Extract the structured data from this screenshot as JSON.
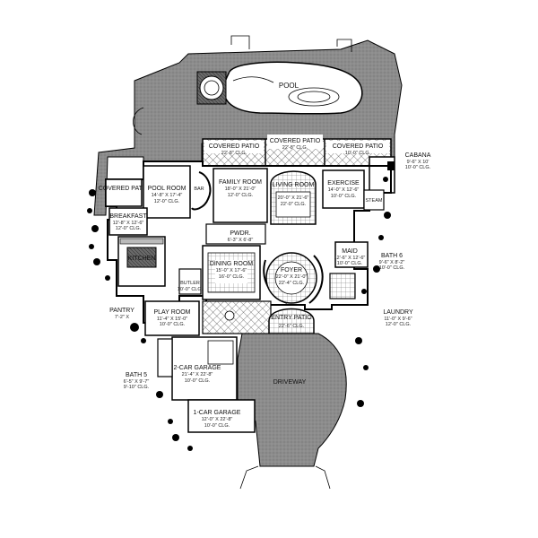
{
  "rooms": {
    "pool": {
      "name": "POOL"
    },
    "covered_patio_left": {
      "name": "COVERED PATIO",
      "dims": "22'-8\" CLG."
    },
    "covered_patio_center": {
      "name": "COVERED PATIO",
      "dims": "22'-8\" CLG."
    },
    "covered_patio_right": {
      "name": "COVERED PATIO",
      "dims": "10'-0\" CLG."
    },
    "cabana": {
      "name": "CABANA",
      "dims": "9'-6\" X 10'",
      "clg": "10'-0\" CLG."
    },
    "covered_patio_west": {
      "name": "COVERED PATIO"
    },
    "pool_room": {
      "name": "POOL ROOM",
      "dims": "14'-8\" X 17'-4\"",
      "clg": "12'-0\" CLG."
    },
    "family_room": {
      "name": "FAMILY ROOM",
      "dims": "18'-0\" X 21'-0\"",
      "clg": "12'-0\" CLG."
    },
    "living_room": {
      "name": "LIVING ROOM",
      "dims": "20'-0\" X 21'-6\"",
      "clg": "22'-0\" CLG."
    },
    "exercise": {
      "name": "EXERCISE",
      "dims": "14'-0\" X 12'-6\"",
      "clg": "10'-0\" CLG."
    },
    "steam": {
      "name": "STEAM"
    },
    "breakfast": {
      "name": "BREAKFAST",
      "dims": "12'-8\" X 12'-6\"",
      "clg": "12'-0\" CLG."
    },
    "kitchen": {
      "name": "KITCHEN"
    },
    "bar": {
      "name": "BAR"
    },
    "pwdr": {
      "name": "PWDR.",
      "dims": "6'-3\" X 6'-8\""
    },
    "dining_room": {
      "name": "DINING ROOM",
      "dims": "15'-0\" X 17'-6\"",
      "clg": "16'-0\" CLG."
    },
    "foyer": {
      "name": "FOYER",
      "dims": "22'-0\" X 21'-0\"",
      "clg": "22'-4\" CLG."
    },
    "maid": {
      "name": "MAID",
      "dims": "12'-6\" X 12'-6\"",
      "clg": "10'-0\" CLG."
    },
    "bath6": {
      "name": "BATH 6",
      "dims": "9'-6\" X 8'-2\"",
      "clg": "10'-0\" CLG."
    },
    "butler": {
      "name": "BUTLER",
      "dims": "10'-0\" CLG."
    },
    "pantry": {
      "name": "PANTRY",
      "dims": "7'-2\" X"
    },
    "play_room": {
      "name": "PLAY ROOM",
      "dims": "11'-4\" X 15'-0\"",
      "clg": "10'-0\" CLG."
    },
    "entry_patio": {
      "name": "ENTRY PATIO",
      "dims": "22'-6\" CLG."
    },
    "laundry": {
      "name": "LAUNDRY",
      "dims": "11'-0\" X 9'-6\"",
      "clg": "12'-0\" CLG."
    },
    "garage2": {
      "name": "2-CAR GARAGE",
      "dims": "21'-4\" X 22'-8\"",
      "clg": "10'-0\" CLG."
    },
    "bath5": {
      "name": "BATH 5",
      "dims": "6'-5\" X 9'-7\"",
      "clg": "9'-10\" CLG."
    },
    "driveway": {
      "name": "DRIVEWAY"
    },
    "garage1": {
      "name": "1-CAR GARAGE",
      "dims": "12'-0\" X 22'-8\"",
      "clg": "10'-0\" CLG."
    }
  },
  "colors": {
    "paving": "#8a8a8a",
    "wall": "#000000",
    "floor": "#ffffff",
    "tile_line": "#555555"
  }
}
